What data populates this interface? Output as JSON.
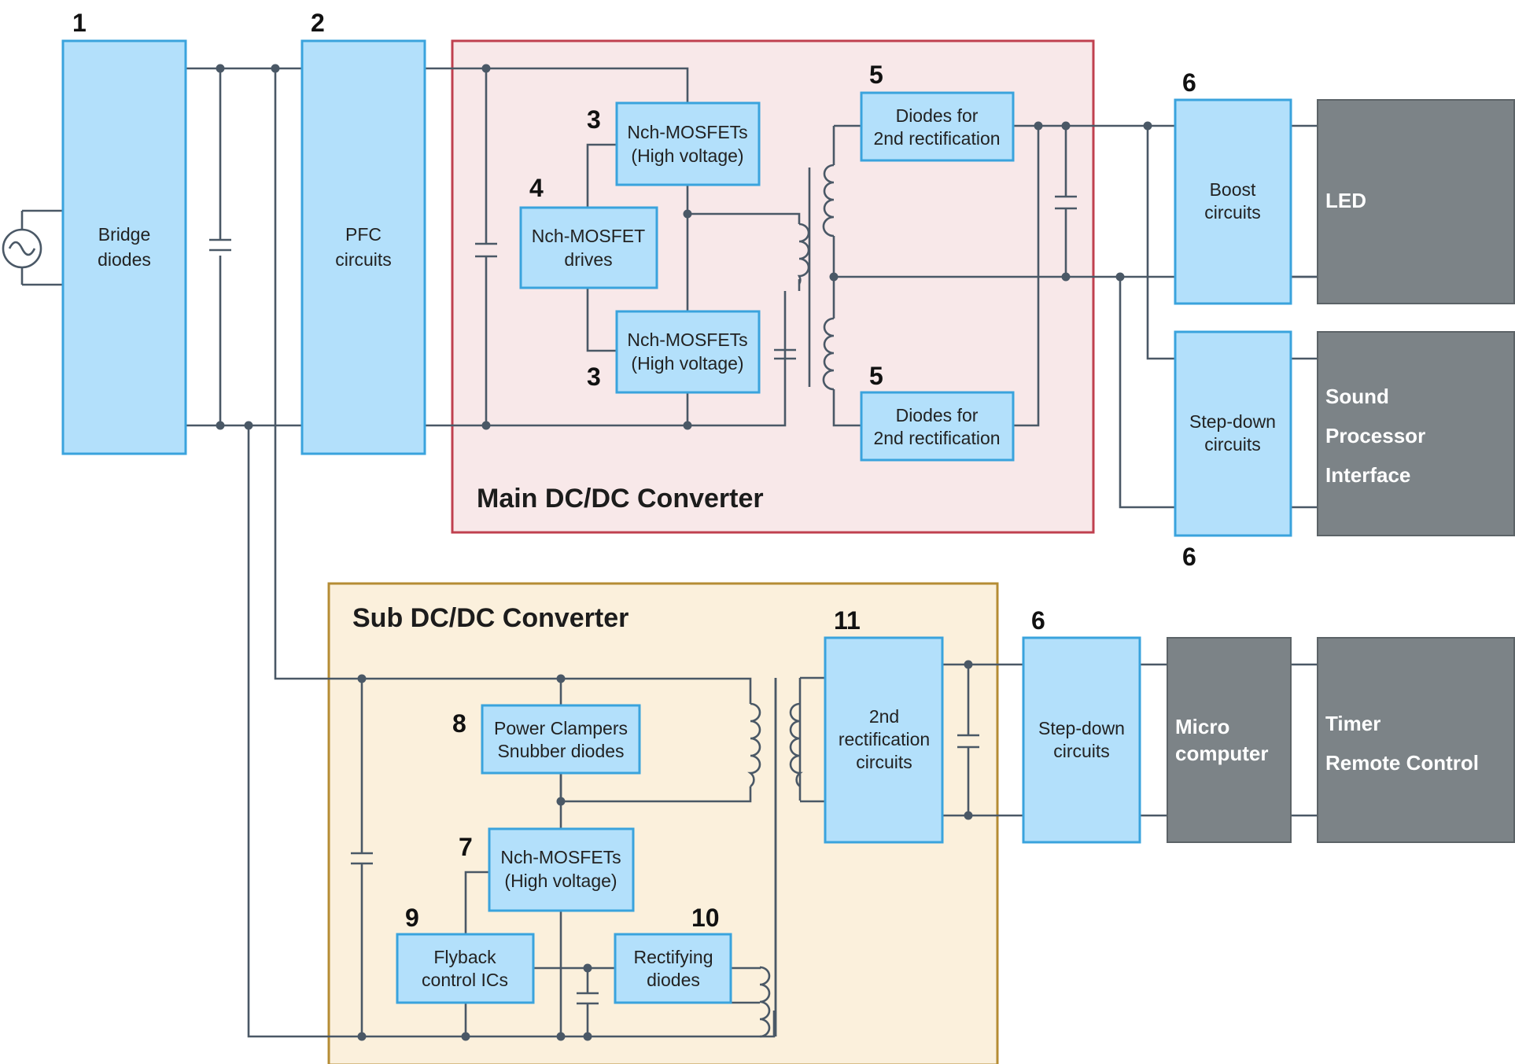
{
  "regions": {
    "main": "Main DC/DC Converter",
    "sub": "Sub DC/DC Converter"
  },
  "blocks": {
    "bridge_diodes": [
      "Bridge",
      "diodes"
    ],
    "pfc": [
      "PFC",
      "circuits"
    ],
    "mosfet_top": [
      "Nch-MOSFETs",
      "(High voltage)"
    ],
    "mosfet_drives": [
      "Nch-MOSFET",
      "drives"
    ],
    "mosfet_bottom": [
      "Nch-MOSFETs",
      "(High voltage)"
    ],
    "diodes_top": [
      "Diodes for",
      "2nd rectification"
    ],
    "diodes_bottom": [
      "Diodes for",
      "2nd rectification"
    ],
    "boost": [
      "Boost",
      "circuits"
    ],
    "stepdown_main": [
      "Step-down",
      "circuits"
    ],
    "power_clampers": [
      "Power Clampers",
      "Snubber diodes"
    ],
    "mosfet_sub": [
      "Nch-MOSFETs",
      "(High voltage)"
    ],
    "flyback": [
      "Flyback",
      "control ICs"
    ],
    "rectifying": [
      "Rectifying",
      "diodes"
    ],
    "second_rect": [
      "2nd",
      "rectification",
      "circuits"
    ],
    "stepdown_sub": [
      "Step-down",
      "circuits"
    ]
  },
  "loads": {
    "led": [
      "LED"
    ],
    "sound": [
      "Sound",
      "Processor",
      "Interface"
    ],
    "micro": [
      "Micro",
      "computer"
    ],
    "timer": [
      "Timer",
      "Remote Control"
    ]
  },
  "numbers": {
    "n1": "1",
    "n2": "2",
    "n3a": "3",
    "n3b": "3",
    "n4": "4",
    "n5a": "5",
    "n5b": "5",
    "n6a": "6",
    "n6b": "6",
    "n6c": "6",
    "n7": "7",
    "n8": "8",
    "n9": "9",
    "n10": "10",
    "n11": "11"
  },
  "colors": {
    "block_fill": "#b3e0fb",
    "block_border": "#3aa3dd",
    "load_fill": "#7c8387",
    "main_region_fill": "#f8e8e9",
    "main_region_border": "#c0404f",
    "sub_region_fill": "#fbf0dc",
    "sub_region_border": "#b58c34",
    "wire": "#4a5866"
  },
  "icons": {
    "ac_source": "ac-source-icon"
  }
}
